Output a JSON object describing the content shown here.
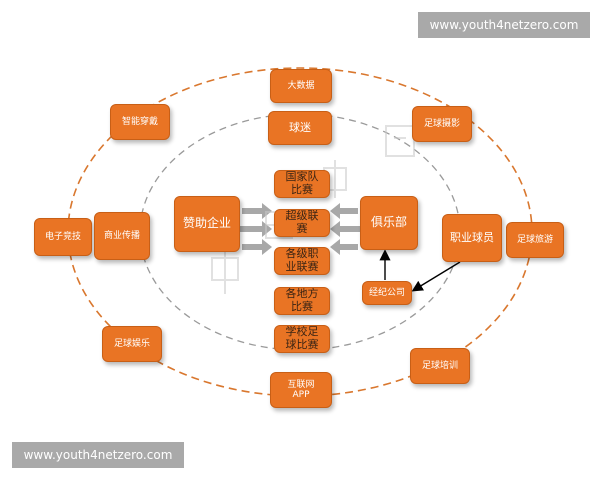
{
  "watermark_top": "www.youth4netzero.com",
  "watermark_bottom": "www.youth4netzero.com",
  "watermark_center": "中投顾问",
  "colors": {
    "box_fill": "#e97424",
    "box_border": "#c85f16",
    "outer_ring": "#d9772e",
    "inner_ring": "#9a9a9a",
    "arrow_gray": "#a8a8a8",
    "arrow_black": "#000000",
    "watermark_bg": "#a9a9a9"
  },
  "outer_nodes": {
    "big_data": "大数据",
    "smart_wear": "智能穿戴",
    "football_photo": "足球摄影",
    "esports": "电子竞技",
    "football_travel": "足球旅游",
    "football_entertainment": "足球娱乐",
    "football_training": "足球培训",
    "internet_app": "互联网\nAPP"
  },
  "inner_nodes": {
    "fans": "球迷",
    "commercial_media": "商业传播",
    "sponsors": "赞助企业",
    "club": "俱乐部",
    "pro_players": "职业球员",
    "agency": "经纪公司"
  },
  "competitions": {
    "national_team": "国家队\n比赛",
    "super_league": "超级联\n赛",
    "all_levels": "各级职\n业联赛",
    "local": "各地方\n比赛",
    "school": "学校足\n球比赛"
  }
}
